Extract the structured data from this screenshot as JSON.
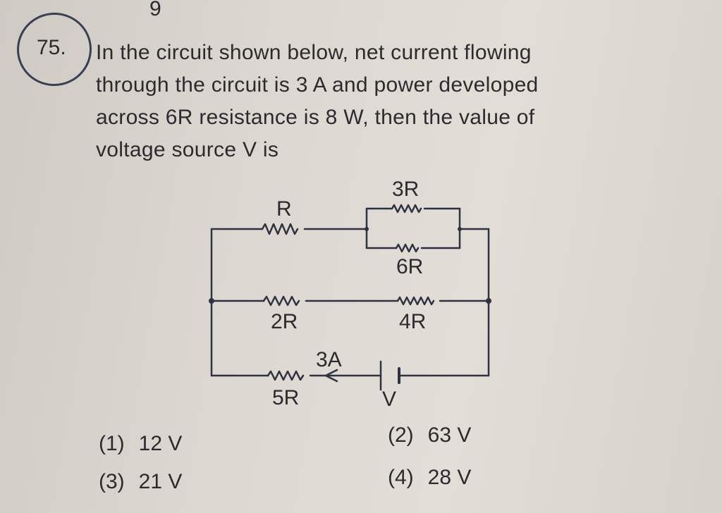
{
  "page": {
    "header_number": "9"
  },
  "question": {
    "number": "75.",
    "text_lines": [
      "In the circuit shown below, net current flowing",
      "through the circuit is 3 A and power developed",
      "across 6R resistance is 8 W, then the value of",
      "voltage source V is"
    ]
  },
  "circuit": {
    "labels": {
      "r": "R",
      "r3": "3R",
      "r6": "6R",
      "r2": "2R",
      "r4": "4R",
      "r5": "5R",
      "current": "3A",
      "source": "V"
    }
  },
  "options": [
    {
      "num": "(1)",
      "value": "12 V"
    },
    {
      "num": "(2)",
      "value": "63 V"
    },
    {
      "num": "(3)",
      "value": "21 V"
    },
    {
      "num": "(4)",
      "value": "28 V"
    }
  ]
}
